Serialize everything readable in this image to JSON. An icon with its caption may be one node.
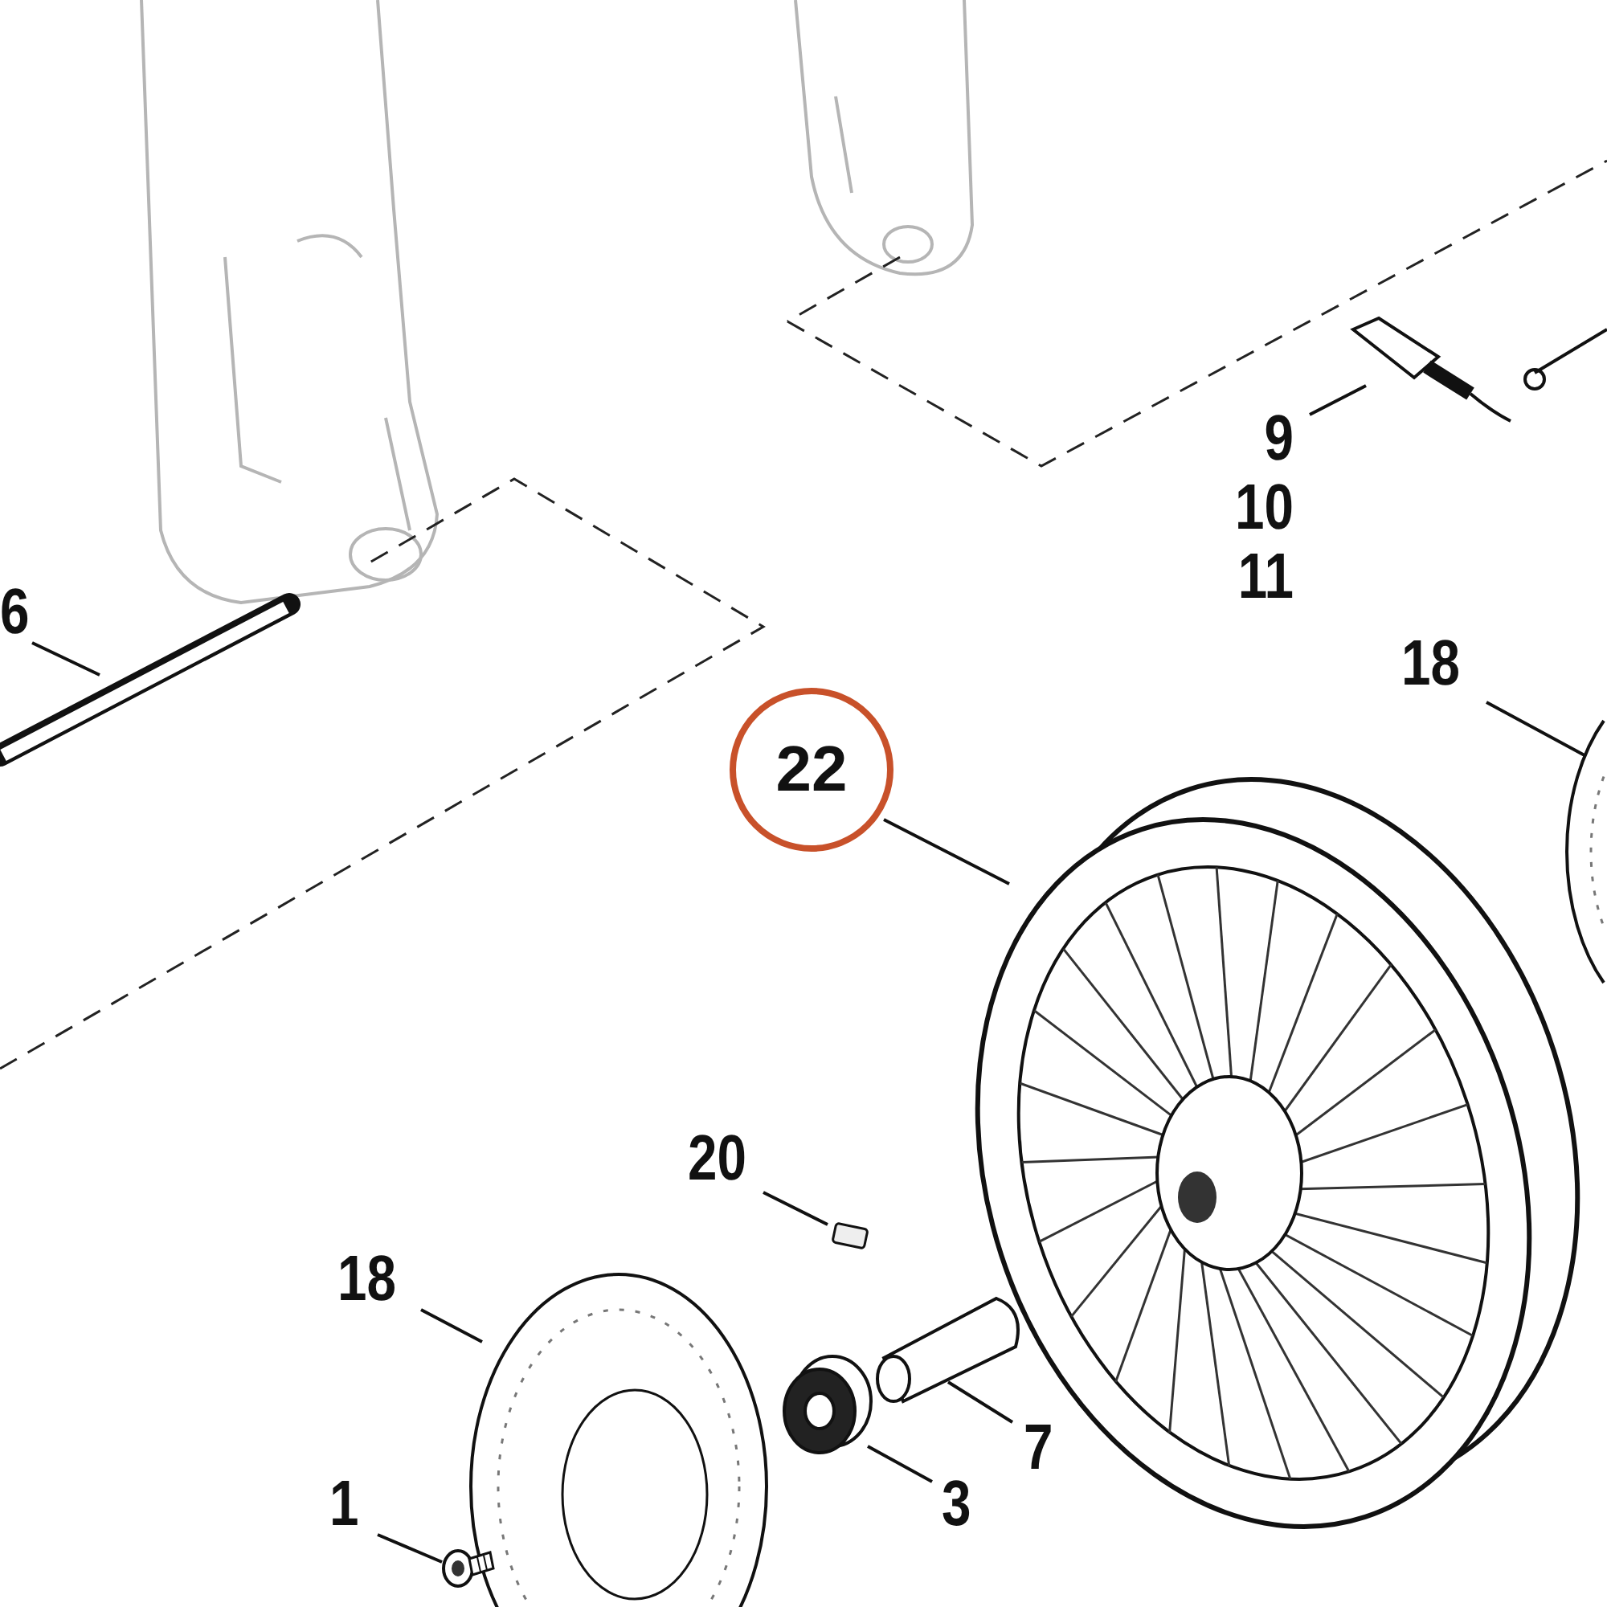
{
  "diagram": {
    "nodes": [
      {
        "text": [
          "9",
          "10",
          "11"
        ]
      },
      {
        "text": [],
        "shape": "picture"
      },
      {
        "text": [],
        "shape": "circle"
      },
      {
        "text": [
          "6"
        ]
      },
      {
        "text": [],
        "shape": "picture"
      },
      {
        "text": [
          "18"
        ]
      },
      {
        "text": [],
        "shape": "picture"
      },
      {
        "text": [
          "22"
        ]
      },
      {
        "text": [],
        "shape": "picture"
      },
      {
        "text": [
          "20"
        ]
      },
      {
        "text": [],
        "shape": "box"
      },
      {
        "text": [
          "18"
        ]
      },
      {
        "text": [],
        "shape": "picture"
      },
      {
        "text": [
          "7"
        ]
      },
      {
        "text": [],
        "shape": "picture"
      },
      {
        "text": [
          "1"
        ]
      },
      {
        "text": [],
        "shape": "picture"
      },
      {
        "text": [
          "3"
        ]
      },
      {
        "text": [],
        "shape": "picture"
      }
    ],
    "edges": [
      {
        "from": 0,
        "to": 1,
        "arrow": "none"
      },
      {
        "from": null,
        "to": 2,
        "arrow": "none"
      },
      {
        "from": 3,
        "to": 4,
        "arrow": "none"
      },
      {
        "from": 5,
        "to": 6,
        "arrow": "none"
      },
      {
        "from": 7,
        "to": 8,
        "arrow": "none"
      },
      {
        "from": 9,
        "to": 10,
        "arrow": "none"
      },
      {
        "from": 11,
        "to": 12,
        "arrow": "none"
      },
      {
        "from": 13,
        "to": 14,
        "arrow": "none"
      },
      {
        "from": 15,
        "to": 16,
        "arrow": "none"
      },
      {
        "from": 17,
        "to": 18,
        "arrow": "none"
      }
    ]
  }
}
